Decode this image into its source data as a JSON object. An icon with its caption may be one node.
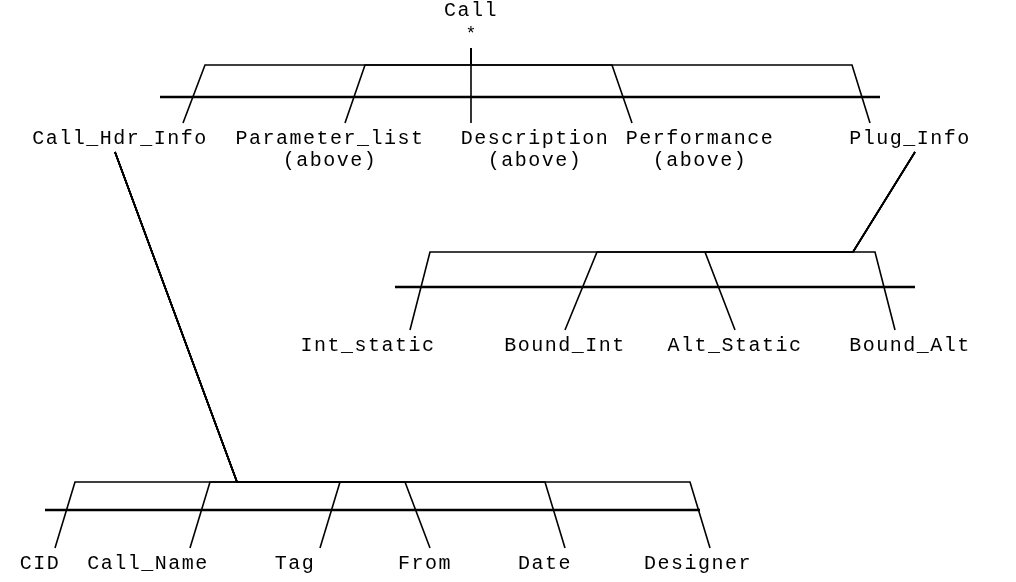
{
  "diagram": {
    "nodes": [
      {
        "text": [
          "Call"
        ],
        "beside": [
          "*"
        ]
      },
      {
        "text": [
          "Call_Hdr_Info"
        ]
      },
      {
        "text": [
          "Parameter_list",
          "(above)"
        ]
      },
      {
        "text": [
          "Description",
          "(above)"
        ]
      },
      {
        "text": [
          "Performance",
          "(above)"
        ]
      },
      {
        "text": [
          "Plug_Info"
        ]
      },
      {
        "text": [
          "Int_static"
        ]
      },
      {
        "text": [
          "Bound_Int"
        ]
      },
      {
        "text": [
          "Alt_Static"
        ]
      },
      {
        "text": [
          "Bound_Alt"
        ]
      },
      {
        "text": [
          "CID"
        ]
      },
      {
        "text": [
          "Call_Name"
        ]
      },
      {
        "text": [
          "Tag"
        ]
      },
      {
        "text": [
          "From"
        ]
      },
      {
        "text": [
          "Date"
        ]
      },
      {
        "text": [
          "Designer"
        ]
      }
    ],
    "edges": [
      {
        "from": 0,
        "to": 1,
        "arrow": "none"
      },
      {
        "from": 0,
        "to": 2,
        "arrow": "none"
      },
      {
        "from": 0,
        "to": 3,
        "arrow": "none"
      },
      {
        "from": 0,
        "to": 4,
        "arrow": "none"
      },
      {
        "from": 0,
        "to": 5,
        "arrow": "none"
      },
      {
        "from": 5,
        "to": 6,
        "arrow": "none"
      },
      {
        "from": 5,
        "to": 7,
        "arrow": "none"
      },
      {
        "from": 5,
        "to": 8,
        "arrow": "none"
      },
      {
        "from": 5,
        "to": 9,
        "arrow": "none"
      },
      {
        "from": 1,
        "to": 10,
        "arrow": "none"
      },
      {
        "from": 1,
        "to": 11,
        "arrow": "none"
      },
      {
        "from": 1,
        "to": 12,
        "arrow": "none"
      },
      {
        "from": 1,
        "to": 13,
        "arrow": "none"
      },
      {
        "from": 1,
        "to": 14,
        "arrow": "none"
      },
      {
        "from": 1,
        "to": 15,
        "arrow": "none"
      }
    ]
  }
}
